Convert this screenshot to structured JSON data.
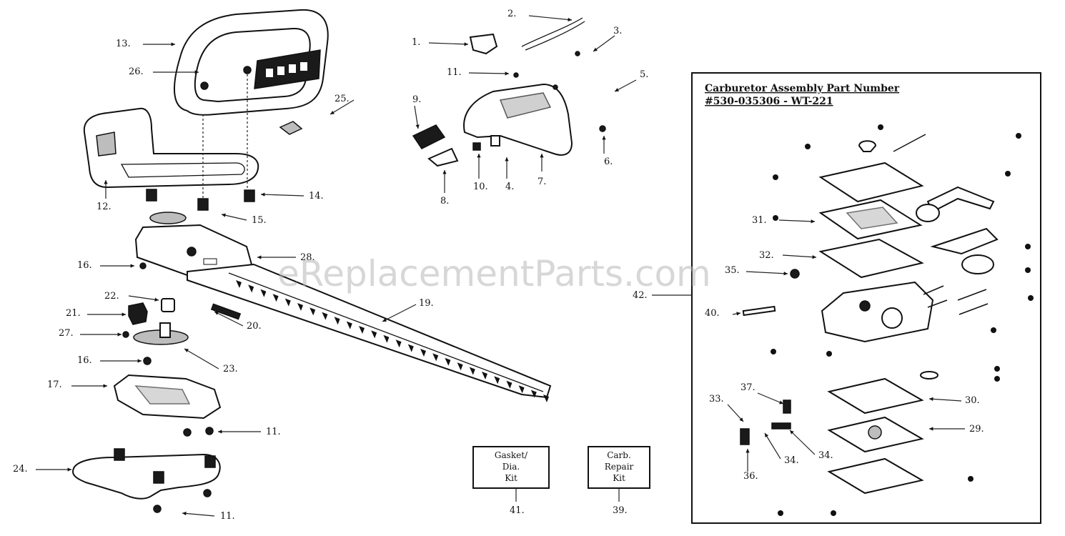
{
  "watermark": "eReplacementParts.com",
  "carb_box": {
    "title_line1": "Carburetor Assembly Part Number",
    "title_line2": "#530-035306 - WT-221"
  },
  "kits": {
    "gasket_kit": {
      "line1": "Gasket/",
      "line2": "Dia.",
      "line3": "Kit",
      "ref": "41."
    },
    "repair_kit": {
      "line1": "Carb.",
      "line2": "Repair",
      "line3": "Kit",
      "ref": "39."
    }
  },
  "callouts": {
    "c1": "1.",
    "c2": "2.",
    "c3": "3.",
    "c4": "4.",
    "c5": "5.",
    "c6": "6.",
    "c7": "7.",
    "c8": "8.",
    "c9": "9.",
    "c10": "10.",
    "c11a": "11.",
    "c11b": "11.",
    "c11c": "11.",
    "c12": "12.",
    "c13": "13.",
    "c14": "14.",
    "c15": "15.",
    "c16a": "16.",
    "c16b": "16.",
    "c17": "17.",
    "c19": "19.",
    "c20": "20.",
    "c21": "21.",
    "c22": "22.",
    "c23": "23.",
    "c24": "24.",
    "c25": "25.",
    "c26": "26.",
    "c27": "27.",
    "c28": "28.",
    "c29": "29.",
    "c30": "30.",
    "c31": "31.",
    "c32": "32.",
    "c33": "33.",
    "c34a": "34.",
    "c34b": "34.",
    "c35": "35.",
    "c36": "36.",
    "c37": "37.",
    "c40": "40.",
    "c42": "42."
  }
}
